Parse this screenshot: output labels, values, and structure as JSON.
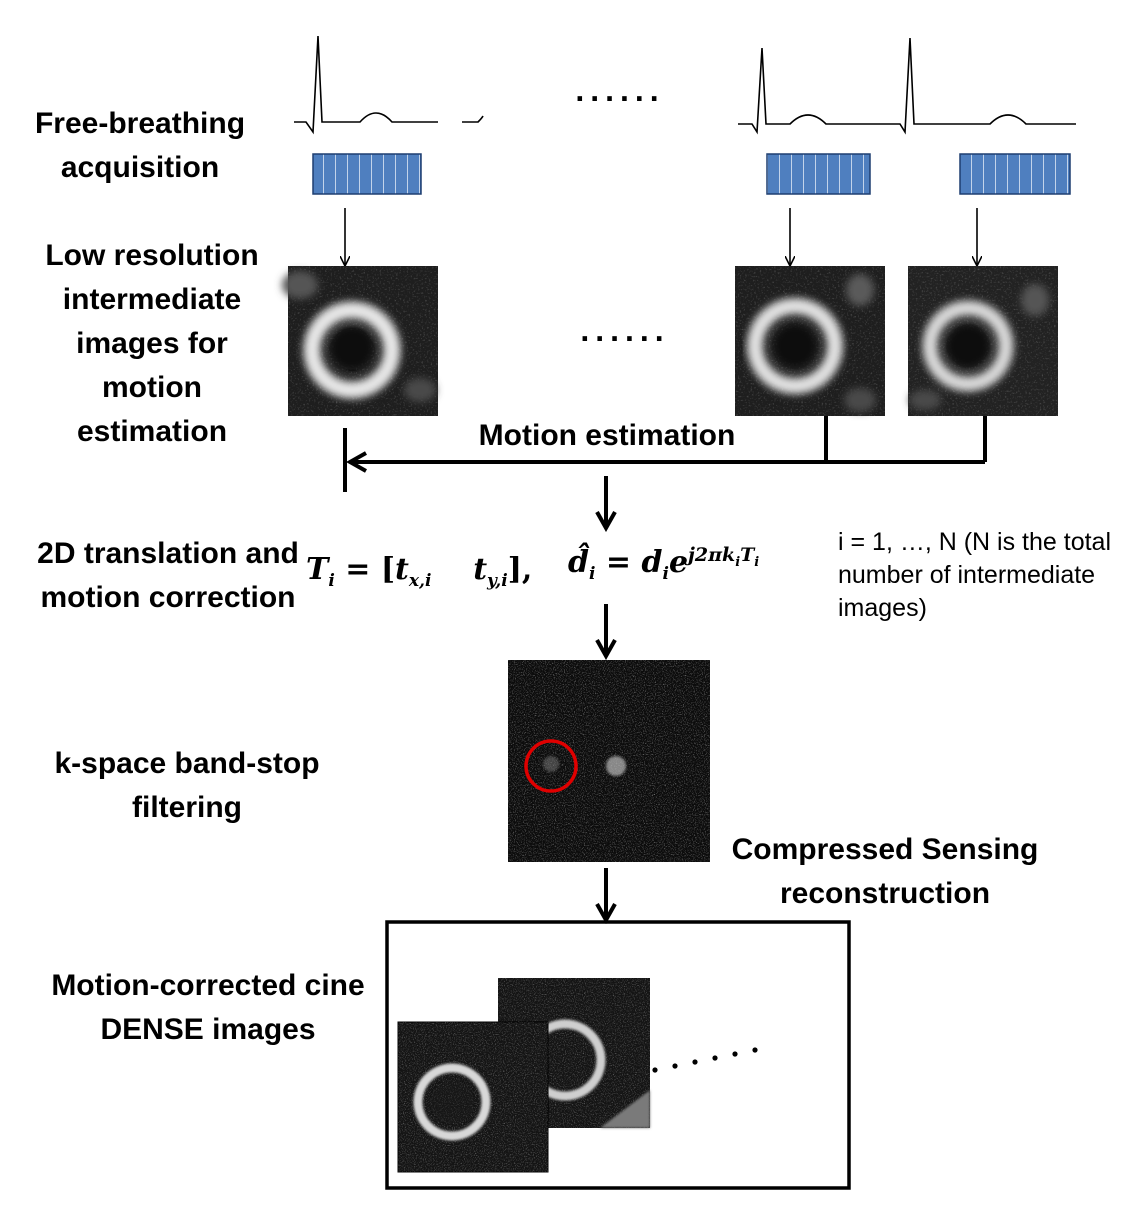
{
  "labels": {
    "acquisition": "Free-breathing acquisition",
    "low_res": "Low resolution intermediate images for motion estimation",
    "translation": "2D translation and motion correction",
    "filtering": "k-space band-stop filtering",
    "final": "Motion-corrected cine DENSE images"
  },
  "center_labels": {
    "motion_estimation": "Motion estimation",
    "cs_recon": "Compressed Sensing reconstruction"
  },
  "ellipsis": "......",
  "equation": {
    "translation": "T_i = [t_x,i  t_y,i]",
    "correction": "d̂_i = d_i e^{j2πk_iT_i}"
  },
  "note": "i = 1, …, N (N is the total number of intermediate images)",
  "colors": {
    "kspace_block": "#4f7fbf",
    "kspace_block_border": "#1f3f70",
    "highlight_circle": "#e00000",
    "arrow": "#000000"
  }
}
